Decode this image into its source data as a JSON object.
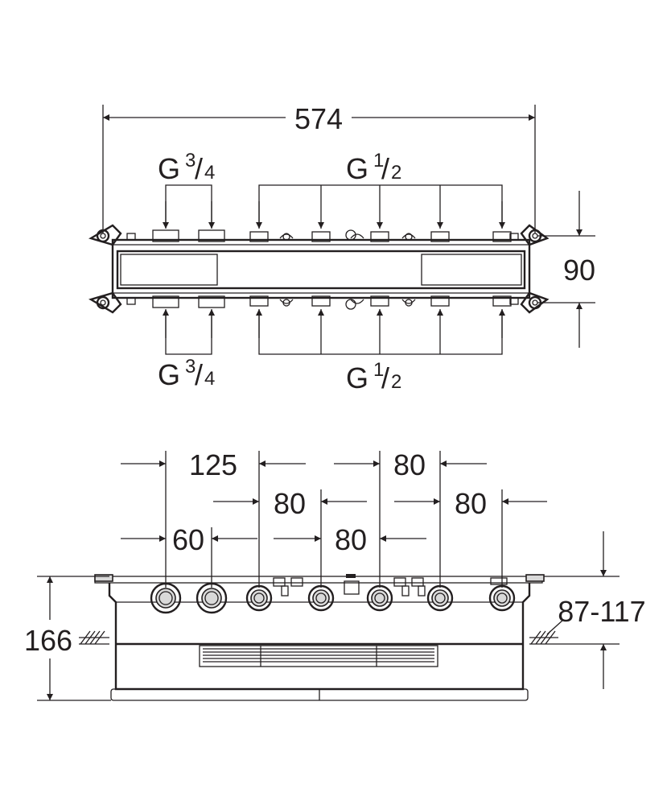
{
  "colors": {
    "line": "#231f20",
    "background": "#ffffff",
    "fill_light": "#d9d9d9"
  },
  "top_view": {
    "overall_width": "574",
    "depth": "90",
    "inlet_top_left": {
      "prefix": "G",
      "numerator": "3",
      "denominator": "4"
    },
    "inlet_top_right": {
      "prefix": "G",
      "numerator": "1",
      "denominator": "2"
    },
    "inlet_bottom_left": {
      "prefix": "G",
      "numerator": "3",
      "denominator": "4"
    },
    "inlet_bottom_right": {
      "prefix": "G",
      "numerator": "1",
      "denominator": "2"
    }
  },
  "front_view": {
    "spacing_125": "125",
    "spacing_80_a": "80",
    "spacing_80_b": "80",
    "spacing_80_c": "80",
    "spacing_80_d": "80",
    "spacing_60": "60",
    "height": "166",
    "wall_depth": "87-117"
  }
}
